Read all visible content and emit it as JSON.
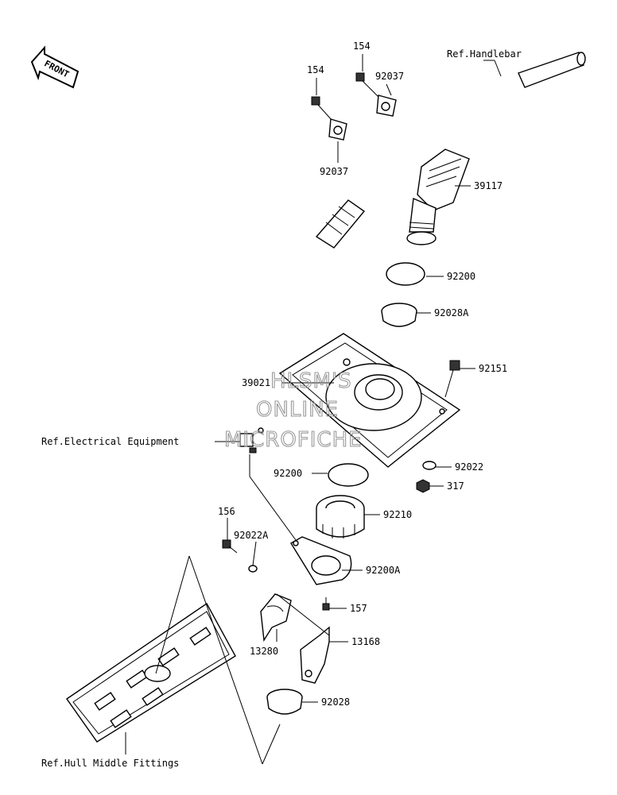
{
  "watermark": {
    "line1": "HLSM'S",
    "line2": "ONLINE",
    "line3": "MICROFICHE"
  },
  "front_badge": "FRONT",
  "references": {
    "handlebar": "Ref.Handlebar",
    "electrical": "Ref.Electrical Equipment",
    "hull": "Ref.Hull Middle Fittings"
  },
  "parts": {
    "p154_left": "154",
    "p154_right": "154",
    "p92037_right": "92037",
    "p92037_left": "92037",
    "p39117": "39117",
    "p92200_top": "92200",
    "p92028A": "92028A",
    "p92151": "92151",
    "p39021": "39021",
    "p92022": "92022",
    "p92200_mid": "92200",
    "p317": "317",
    "p92210": "92210",
    "p156": "156",
    "p92022A": "92022A",
    "p92200A": "92200A",
    "p157": "157",
    "p13168": "13168",
    "p13280": "13280",
    "p92028": "92028"
  }
}
